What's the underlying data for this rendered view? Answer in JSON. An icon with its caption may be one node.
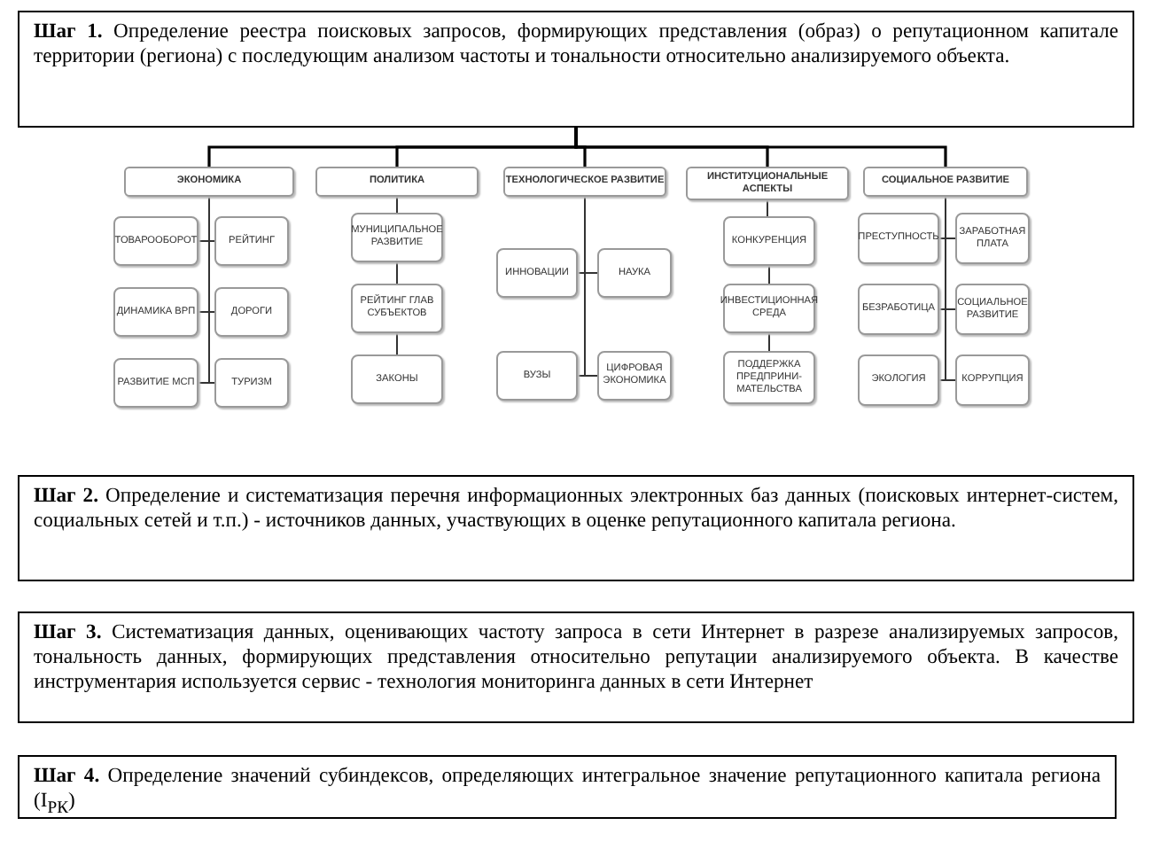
{
  "diagram": {
    "nodes": [
      {
        "text": [
          "**Шаг 1.** Определение реестра поисковых запросов, формирующих представления (образ) о репутационном капитале территории (региона) с последующим анализом частоты и тональности относительно анализируемого объекта."
        ]
      },
      {
        "text": [
          "ЭКОНОМИКА"
        ]
      },
      {
        "text": [
          "ТОВАРООБОРОТ"
        ]
      },
      {
        "text": [
          "РЕЙТИНГ"
        ]
      },
      {
        "text": [
          "ДИНАМИКА ВРП"
        ]
      },
      {
        "text": [
          "ДОРОГИ"
        ]
      },
      {
        "text": [
          "РАЗВИТИЕ МСП"
        ]
      },
      {
        "text": [
          "ТУРИЗМ"
        ]
      },
      {
        "text": [
          "ПОЛИТИКА"
        ]
      },
      {
        "text": [
          "МУНИЦИПАЛЬНОЕ РАЗВИТИЕ"
        ]
      },
      {
        "text": [
          "РЕЙТИНГ ГЛАВ СУБЪЕКТОВ"
        ]
      },
      {
        "text": [
          "ЗАКОНЫ"
        ]
      },
      {
        "text": [
          "ТЕХНОЛОГИЧЕСКОЕ РАЗВИТИЕ"
        ]
      },
      {
        "text": [
          "ИННОВАЦИИ"
        ]
      },
      {
        "text": [
          "НАУКА"
        ]
      },
      {
        "text": [
          "ВУЗЫ"
        ]
      },
      {
        "text": [
          "ЦИФРОВАЯ ЭКОНОМИКА"
        ]
      },
      {
        "text": [
          "ИНСТИТУЦИОНАЛЬНЫЕ АСПЕКТЫ"
        ]
      },
      {
        "text": [
          "КОНКУРЕНЦИЯ"
        ]
      },
      {
        "text": [
          "ИНВЕСТИЦИОННАЯ СРЕДА"
        ]
      },
      {
        "text": [
          "ПОДДЕРЖКА ПРЕДПРИНИ-МАТЕЛЬСТВА"
        ]
      },
      {
        "text": [
          "СОЦИАЛЬНОЕ РАЗВИТИЕ"
        ]
      },
      {
        "text": [
          "ПРЕСТУПНОСТЬ"
        ]
      },
      {
        "text": [
          "ЗАРАБОТНАЯ ПЛАТА"
        ]
      },
      {
        "text": [
          "БЕЗРАБОТИЦА"
        ]
      },
      {
        "text": [
          "СОЦИАЛЬНОЕ РАЗВИТИЕ"
        ]
      },
      {
        "text": [
          "ЭКОЛОГИЯ"
        ]
      },
      {
        "text": [
          "КОРРУПЦИЯ"
        ]
      },
      {
        "text": [
          "**Шаг 2.** Определение и систематизация перечня информационных электронных баз данных (поисковых интернет-систем, социальных сетей и т.п.) - источников данных, участвующих в оценке репутационного капитала региона."
        ]
      },
      {
        "text": [
          "**Шаг 3.** Систематизация данных, оценивающих частоту запроса в сети Интернет в разрезе анализируемых запросов, тональность данных, формирующих представления относительно репутации анализируемого объекта. В качестве инструментария используется сервис - технология мониторинга данных в сети Интернет"
        ]
      },
      {
        "text": [
          "**Шаг 4.** Определение значений субиндексов, определяющих интегральное значение репутационного капитала региона (I$_{РК}$)"
        ]
      }
    ],
    "edges": [
      {
        "from": 0,
        "to": 1,
        "arrow": "none"
      },
      {
        "from": 0,
        "to": 8,
        "arrow": "none"
      },
      {
        "from": 0,
        "to": 12,
        "arrow": "none"
      },
      {
        "from": 0,
        "to": 17,
        "arrow": "none"
      },
      {
        "from": 0,
        "to": 21,
        "arrow": "none"
      },
      {
        "from": 1,
        "to": 2,
        "arrow": "none"
      },
      {
        "from": 1,
        "to": 3,
        "arrow": "none"
      },
      {
        "from": 1,
        "to": 4,
        "arrow": "none"
      },
      {
        "from": 1,
        "to": 5,
        "arrow": "none"
      },
      {
        "from": 1,
        "to": 6,
        "arrow": "none"
      },
      {
        "from": 1,
        "to": 7,
        "arrow": "none"
      },
      {
        "from": 8,
        "to": 9,
        "arrow": "none"
      },
      {
        "from": 9,
        "to": 10,
        "arrow": "none"
      },
      {
        "from": 10,
        "to": 11,
        "arrow": "none"
      },
      {
        "from": 12,
        "to": 13,
        "arrow": "none"
      },
      {
        "from": 12,
        "to": 14,
        "arrow": "none"
      },
      {
        "from": 12,
        "to": 15,
        "arrow": "none"
      },
      {
        "from": 12,
        "to": 16,
        "arrow": "none"
      },
      {
        "from": 17,
        "to": 18,
        "arrow": "none"
      },
      {
        "from": 18,
        "to": 19,
        "arrow": "none"
      },
      {
        "from": 19,
        "to": 20,
        "arrow": "none"
      },
      {
        "from": 21,
        "to": 22,
        "arrow": "none"
      },
      {
        "from": 21,
        "to": 23,
        "arrow": "none"
      },
      {
        "from": 21,
        "to": 24,
        "arrow": "none"
      },
      {
        "from": 21,
        "to": 25,
        "arrow": "none"
      },
      {
        "from": 21,
        "to": 26,
        "arrow": "none"
      },
      {
        "from": 21,
        "to": 27,
        "arrow": "none"
      }
    ]
  }
}
